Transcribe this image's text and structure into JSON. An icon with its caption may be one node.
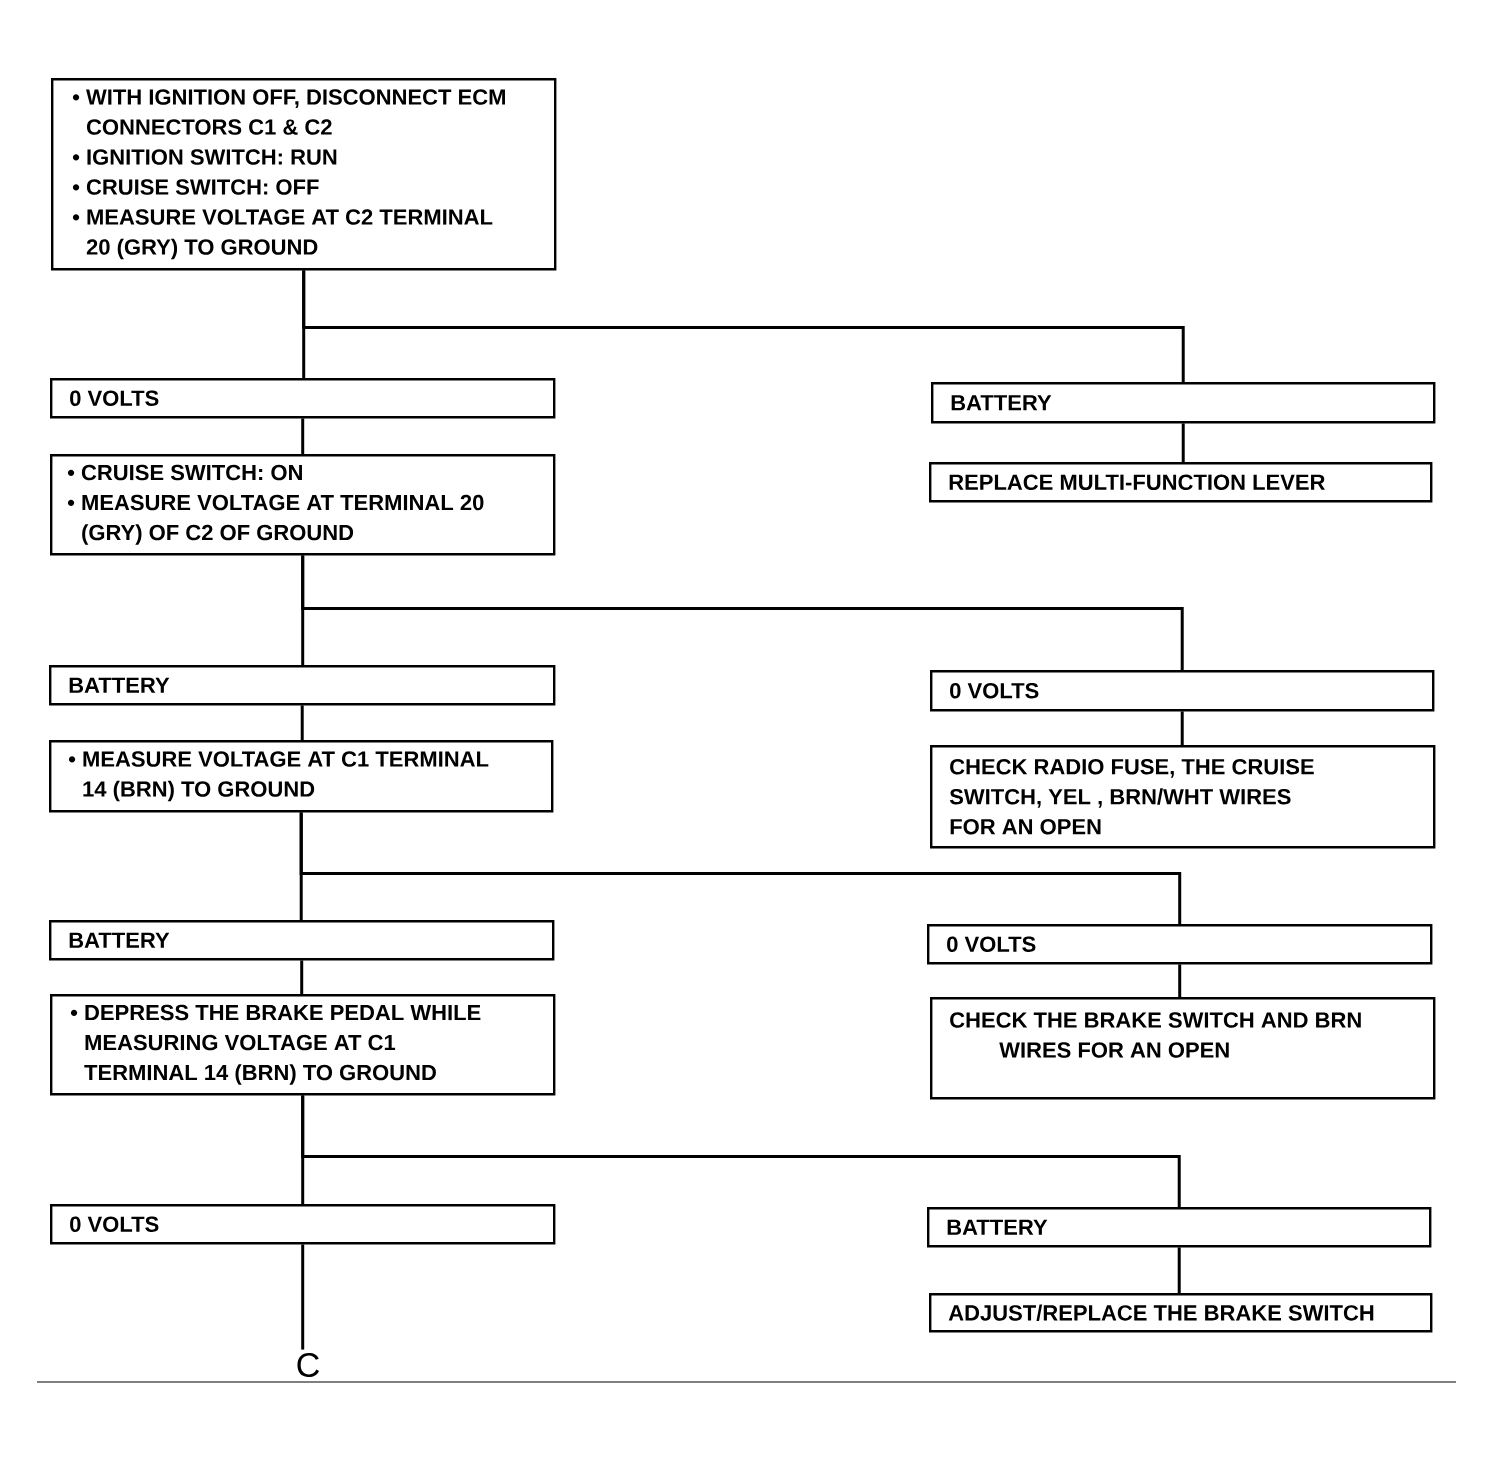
{
  "diagram": {
    "nodes": [
      {
        "text": [
          "• WITH IGNITION OFF, DISCONNECT ECM CONNECTORS C1 & C2",
          "• IGNITION SWITCH: RUN",
          "• CRUISE SWITCH: OFF",
          "• MEASURE VOLTAGE AT C2 TERMINAL 20 (GRY) TO GROUND"
        ]
      },
      {
        "text": [
          "0 VOLTS"
        ]
      },
      {
        "text": [
          "BATTERY"
        ]
      },
      {
        "text": [
          "• CRUISE SWITCH: ON",
          "• MEASURE VOLTAGE AT TERMINAL 20 (GRY) OF C2 OF GROUND"
        ]
      },
      {
        "text": [
          "REPLACE MULTI-FUNCTION LEVER"
        ]
      },
      {
        "text": [
          "BATTERY"
        ]
      },
      {
        "text": [
          "0 VOLTS"
        ]
      },
      {
        "text": [
          "• MEASURE VOLTAGE AT C1 TERMINAL 14 (BRN) TO GROUND"
        ]
      },
      {
        "text": [
          "CHECK RADIO FUSE, THE CRUISE SWITCH, YEL , BRN/WHT WIRES FOR AN OPEN"
        ]
      },
      {
        "text": [
          "BATTERY"
        ]
      },
      {
        "text": [
          "0 VOLTS"
        ]
      },
      {
        "text": [
          "• DEPRESS THE BRAKE PEDAL WHILE MEASURING VOLTAGE AT C1 TERMINAL 14 (BRN) TO GROUND"
        ]
      },
      {
        "text": [
          "CHECK THE BRAKE SWITCH AND BRN WIRES FOR AN OPEN"
        ]
      },
      {
        "text": [
          "0 VOLTS"
        ]
      },
      {
        "text": [
          "BATTERY"
        ]
      },
      {
        "text": [
          "ADJUST/REPLACE THE BRAKE SWITCH"
        ]
      },
      {
        "text": [
          "C"
        ]
      }
    ],
    "edges": [
      {
        "from": 0,
        "to": 1,
        "arrow": "none"
      },
      {
        "from": 0,
        "to": 2,
        "arrow": "none"
      },
      {
        "from": 2,
        "to": 4,
        "arrow": "none"
      },
      {
        "from": 1,
        "to": 3,
        "arrow": "none"
      },
      {
        "from": 3,
        "to": 5,
        "arrow": "none"
      },
      {
        "from": 3,
        "to": 6,
        "arrow": "none"
      },
      {
        "from": 6,
        "to": 8,
        "arrow": "none"
      },
      {
        "from": 5,
        "to": 7,
        "arrow": "none"
      },
      {
        "from": 7,
        "to": 9,
        "arrow": "none"
      },
      {
        "from": 7,
        "to": 10,
        "arrow": "none"
      },
      {
        "from": 10,
        "to": 12,
        "arrow": "none"
      },
      {
        "from": 9,
        "to": 11,
        "arrow": "none"
      },
      {
        "from": 11,
        "to": 13,
        "arrow": "none"
      },
      {
        "from": 11,
        "to": 14,
        "arrow": "none"
      },
      {
        "from": 14,
        "to": 15,
        "arrow": "none"
      },
      {
        "from": 13,
        "to": 16,
        "arrow": "none"
      }
    ]
  }
}
